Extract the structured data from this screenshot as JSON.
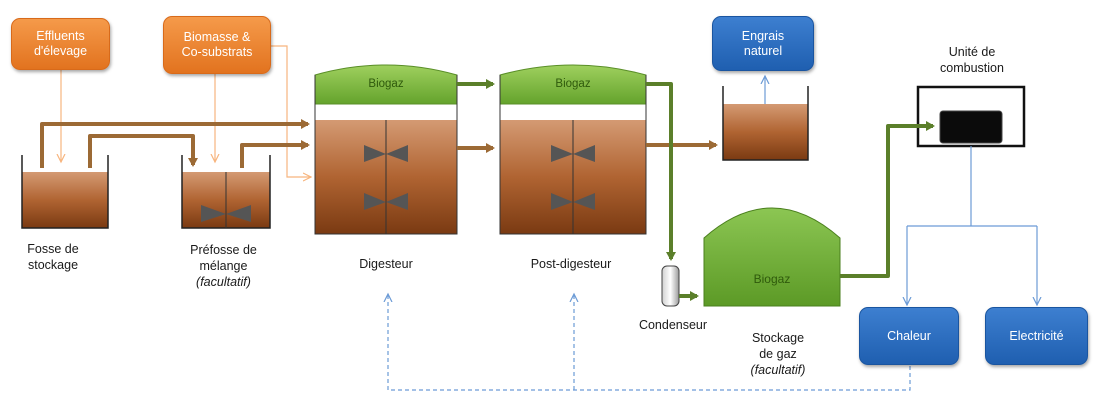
{
  "boxes": {
    "effluents": [
      "Effluents",
      "d'élevage"
    ],
    "biomasse": [
      "Biomasse &",
      "Co-substrats"
    ],
    "engrais": [
      "Engrais",
      "naturel"
    ],
    "chaleur": "Chaleur",
    "electricite": "Electricité"
  },
  "gas_labels": {
    "digesteur": "Biogaz",
    "post_digesteur": "Biogaz",
    "stockage": "Biogaz"
  },
  "labels": {
    "fosse": [
      "Fosse de",
      "stockage"
    ],
    "prefosse": [
      "Préfosse de",
      "mélange"
    ],
    "prefosse_note": "(facultatif)",
    "digesteur": "Digesteur",
    "post_digesteur": "Post-digesteur",
    "condenseur": "Condenseur",
    "stockage": [
      "Stockage",
      "de gaz"
    ],
    "stockage_note": "(facultatif)",
    "unite": [
      "Unité de",
      "combustion"
    ]
  },
  "colors": {
    "orange": "#ef8a33",
    "blue": "#2a6cc1",
    "slurry_flow": "#9c6a35",
    "gas_flow": "#5b7f2a",
    "gas_fill": "#7cbb3e",
    "thin_orange": "#f7b57e",
    "thin_blue": "#6c9bd6"
  }
}
